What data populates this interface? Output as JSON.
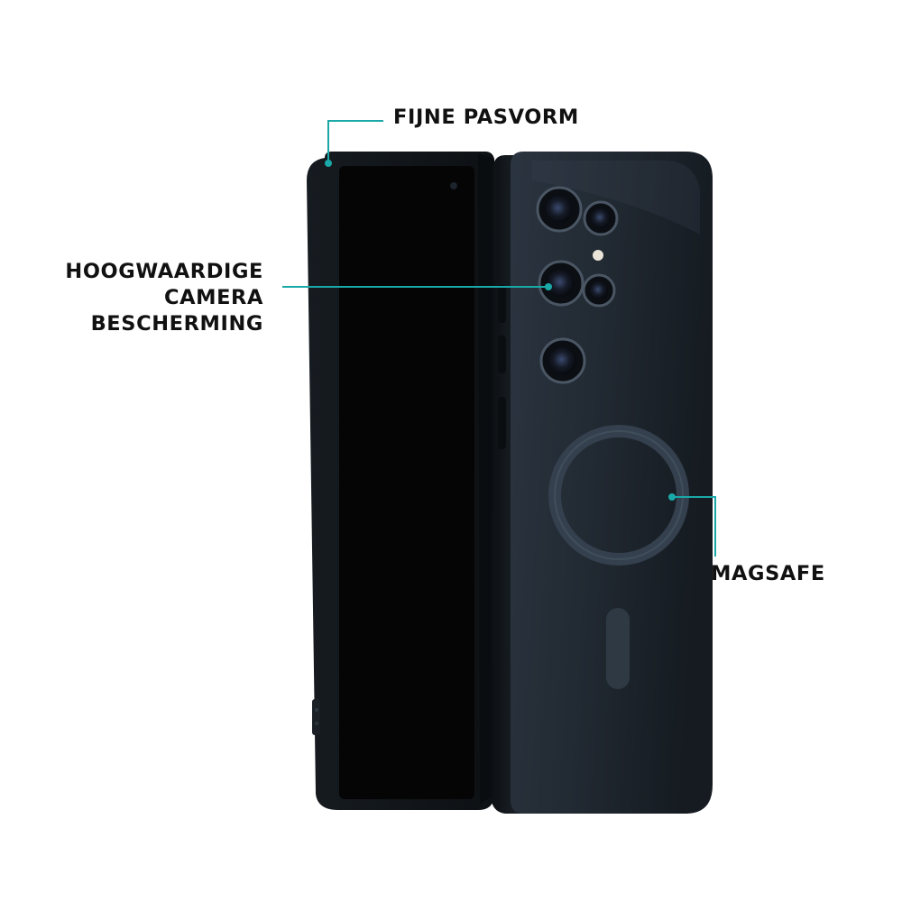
{
  "callouts": {
    "fit_label": "FIJNE PASVORM",
    "camera_label_line1": "HOOGWAARDIGE",
    "camera_label_line2": "CAMERA",
    "camera_label_line3": "BESCHERMING",
    "magsafe_label": "MAGSAFE"
  },
  "colors": {
    "accent": "#1aa8a8",
    "case": "#1b2229",
    "screen": "#050505",
    "text": "#111111"
  },
  "icons": [
    "camera-lens-icon",
    "magsafe-ring-icon",
    "callout-dot-icon"
  ]
}
